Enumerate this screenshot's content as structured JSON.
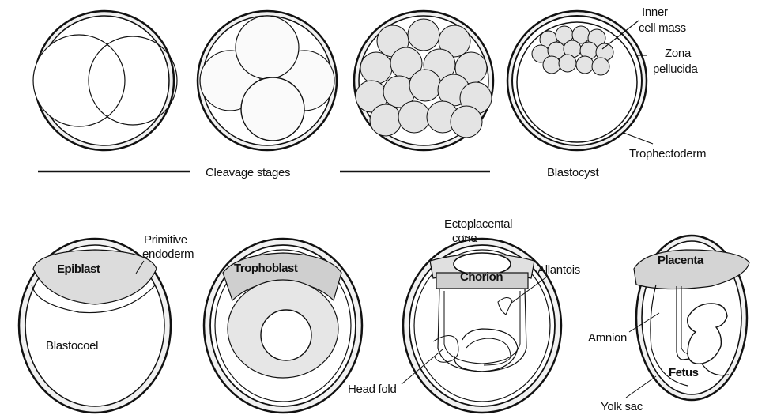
{
  "colors": {
    "ink": "#111111",
    "shell_fill": "#f1f1f1",
    "cell_fill": "#e2e2e2",
    "dark_fill": "#c9c9c9",
    "background": "#ffffff"
  },
  "top_row": {
    "cleavage_caption": "Cleavage stages",
    "blastocyst_caption": "Blastocyst",
    "labels": {
      "inner_cell_mass_1": "Inner",
      "inner_cell_mass_2": "cell mass",
      "zona_pellucida_1": "Zona",
      "zona_pellucida_2": "pellucida",
      "trophectoderm": "Trophectoderm"
    }
  },
  "bottom_row": {
    "labels": {
      "epiblast": "Epiblast",
      "primitive_endoderm_1": "Primitive",
      "primitive_endoderm_2": "endoderm",
      "blastocoel": "Blastocoel",
      "trophoblast": "Trophoblast",
      "ectoplacental_cone_1": "Ectoplacental",
      "ectoplacental_cone_2": "cone",
      "chorion": "Chorion",
      "allantois": "Allantois",
      "head_fold": "Head fold",
      "placenta": "Placenta",
      "amnion": "Amnion",
      "fetus": "Fetus",
      "yolk_sac": "Yolk sac"
    }
  }
}
